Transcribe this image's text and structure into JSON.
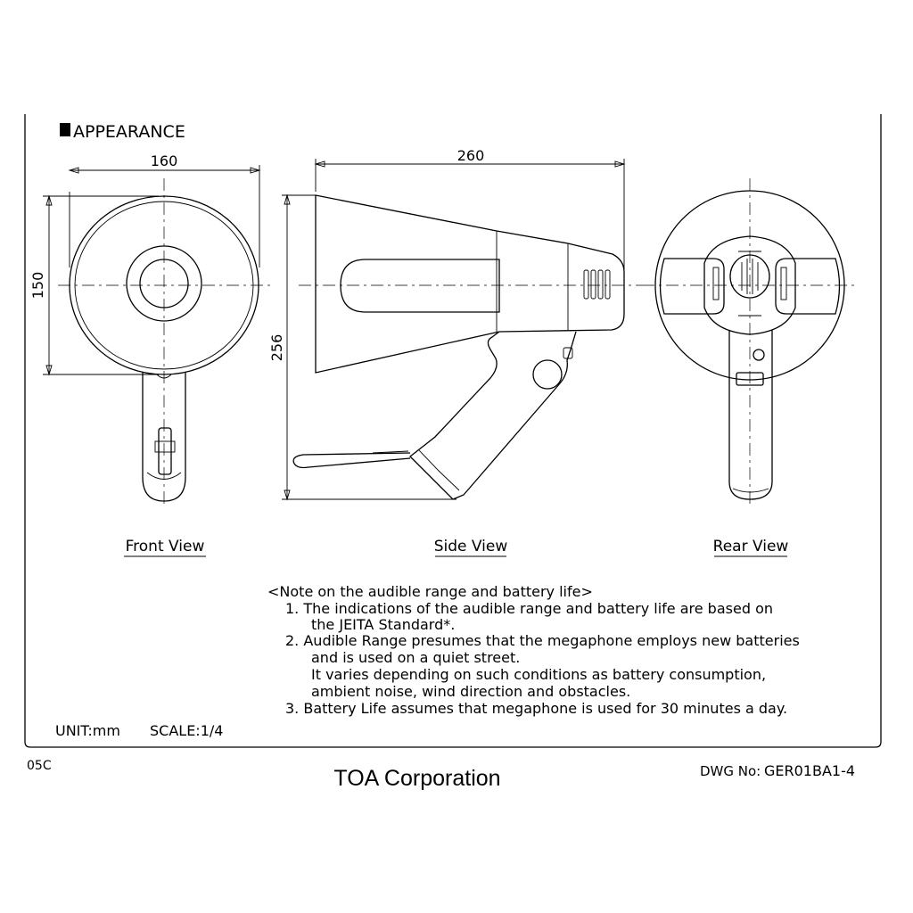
{
  "header": {
    "section_title": "APPEARANCE"
  },
  "dimensions": {
    "front_width": "160",
    "front_height": "150",
    "side_length": "260",
    "side_height": "256"
  },
  "views": {
    "front": "Front View",
    "side": "Side View",
    "rear": "Rear View"
  },
  "notes": {
    "heading": "<Note on the audible range and battery life>",
    "lines": [
      "1. The indications of the audible range and battery life are based on",
      "the JEITA Standard*.",
      "2. Audible Range presumes that the megaphone employs new batteries",
      "and is used on a quiet street.",
      "It varies depending on such conditions as battery consumption,",
      "ambient noise, wind direction and obstacles.",
      "3. Battery Life assumes that megaphone is used for 30 minutes a day."
    ]
  },
  "footer": {
    "unit": "UNIT:mm",
    "scale": "SCALE:1/4",
    "sheet_code": "05C",
    "company": "TOA Corporation",
    "dwg_label": "DWG No:",
    "dwg_number": "GER01BA1-4"
  }
}
